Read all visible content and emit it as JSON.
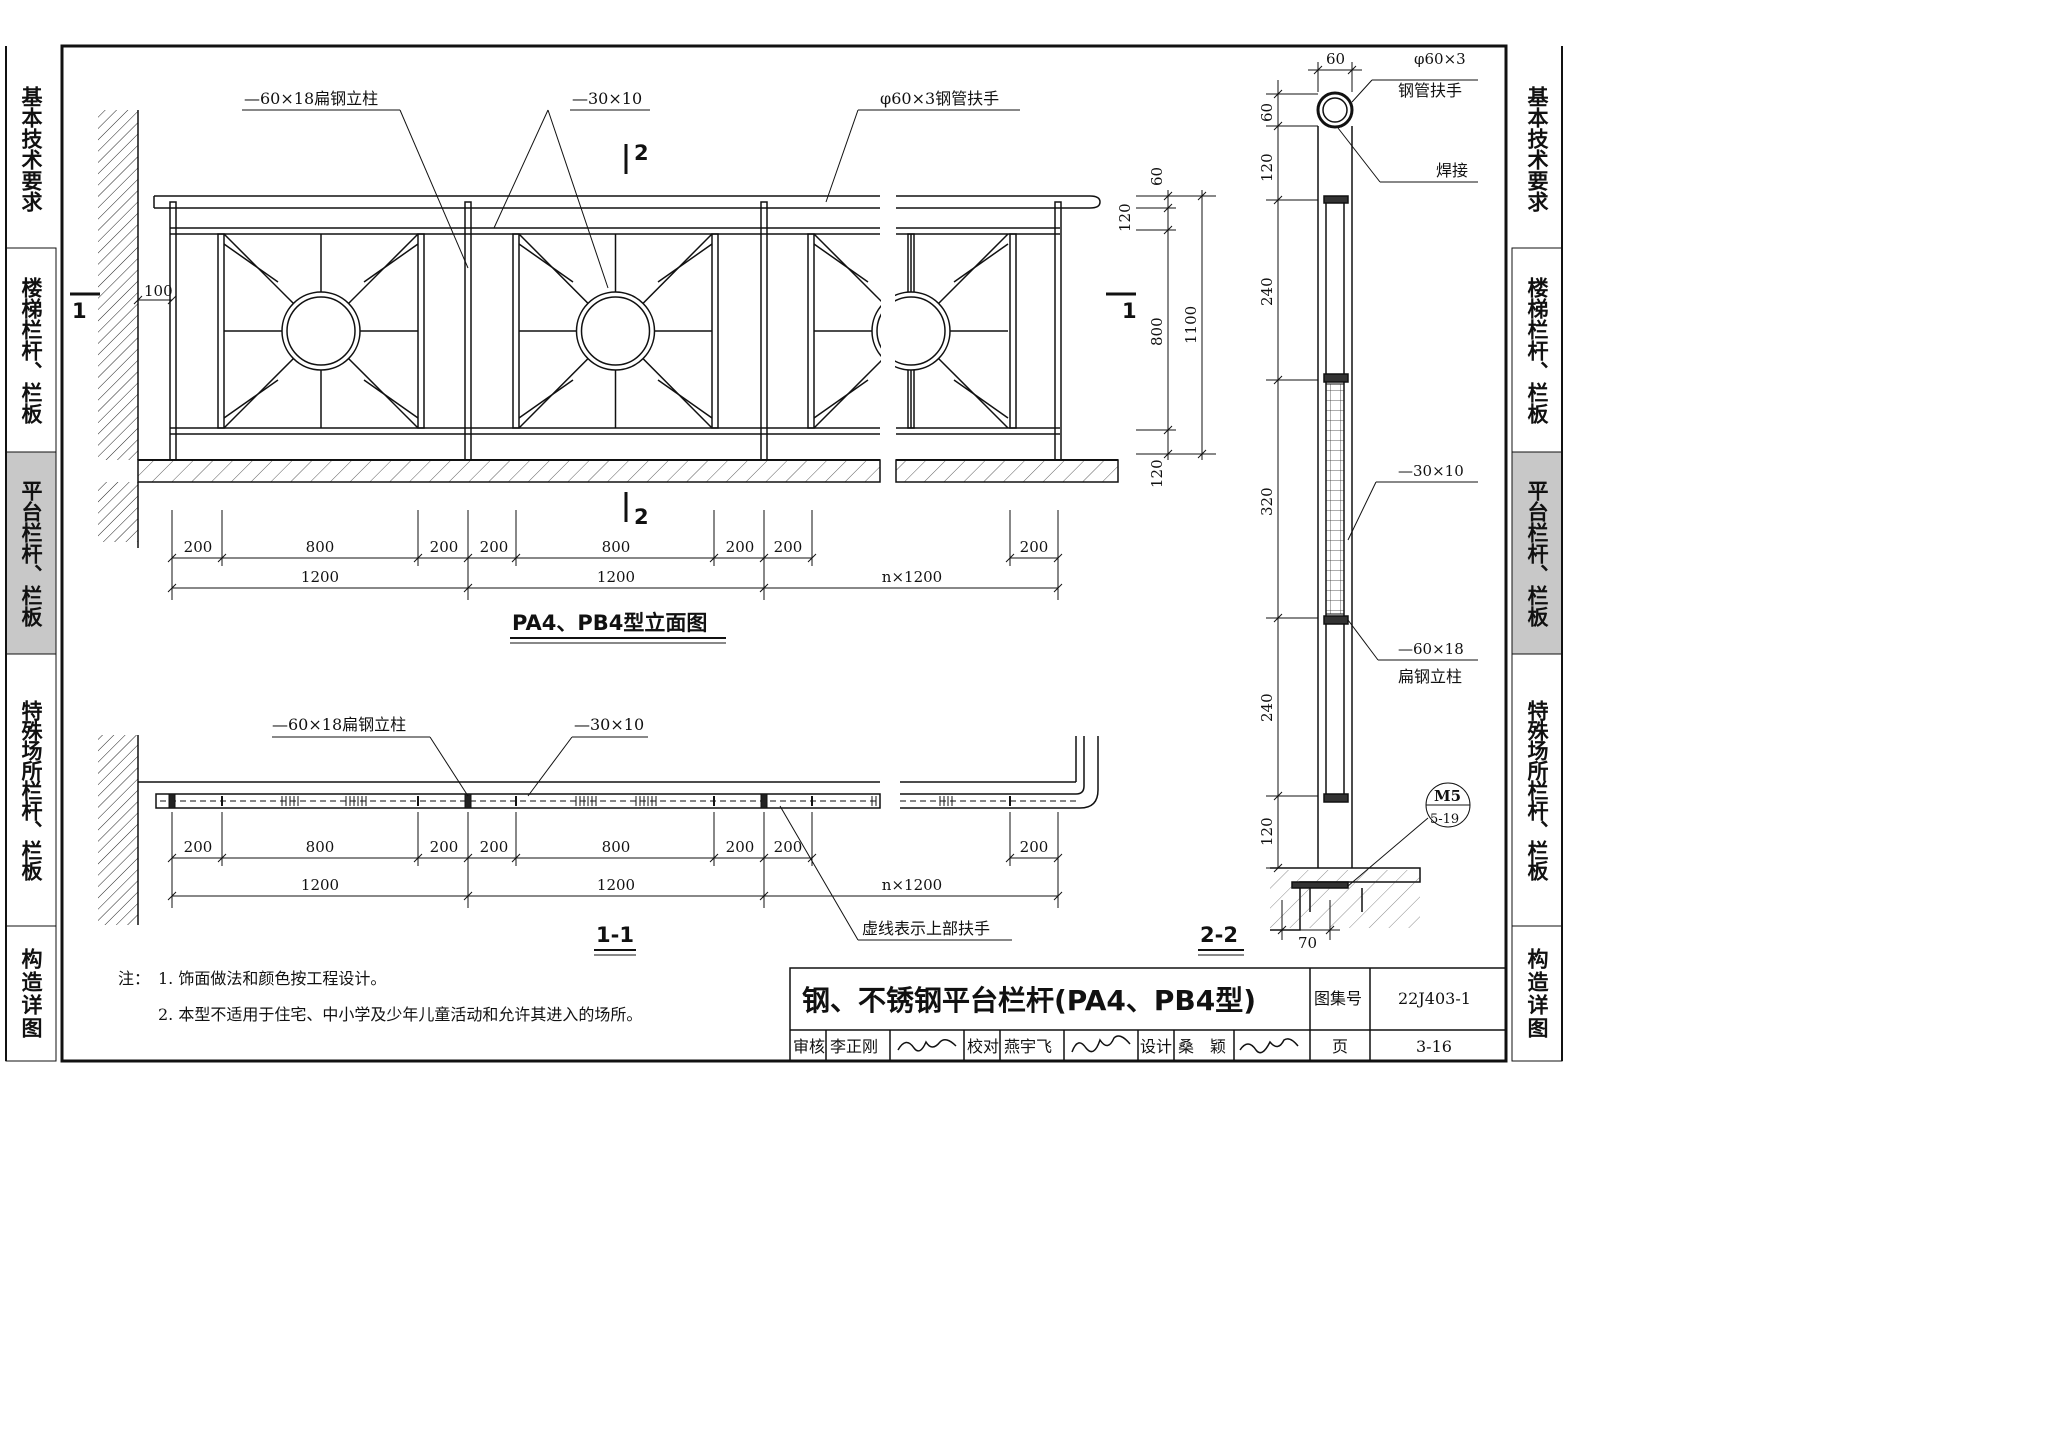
{
  "sidebar_left": {
    "tabs": [
      {
        "label": "基本技术要求",
        "active": false
      },
      {
        "label": "楼梯栏杆、栏板",
        "active": false
      },
      {
        "label": "平台栏杆、栏板",
        "active": true
      },
      {
        "label": "特殊场所栏杆、栏板",
        "active": false
      },
      {
        "label": "构造详图",
        "active": false
      }
    ]
  },
  "sidebar_right": {
    "tabs": [
      {
        "label": "基本技术要求",
        "active": false
      },
      {
        "label": "楼梯栏杆、栏板",
        "active": false
      },
      {
        "label": "平台栏杆、栏板",
        "active": true
      },
      {
        "label": "特殊场所栏杆、栏板",
        "active": false
      },
      {
        "label": "构造详图",
        "active": false
      }
    ]
  },
  "elevation": {
    "callout_flat_post": "—60×18扁钢立柱",
    "callout_bar": "—30×10",
    "callout_handrail": "φ60×3钢管扶手",
    "section_mark_left": "1",
    "section_mark_right": "1",
    "section_mark_top": "2",
    "section_mark_bottom": "2",
    "wall_offset": "100",
    "dims_right": [
      "60",
      "120",
      "800",
      "120",
      "1100"
    ],
    "dims_top_row": [
      "200",
      "800",
      "200",
      "200",
      "800",
      "200",
      "200",
      "200"
    ],
    "dims_bottom_row": [
      "1200",
      "1200",
      "n×1200"
    ],
    "title": "PA4、PB4型立面图"
  },
  "plan": {
    "callout_flat_post": "—60×18扁钢立柱",
    "callout_bar": "—30×10",
    "dims_top_row": [
      "200",
      "800",
      "200",
      "200",
      "800",
      "200",
      "200",
      "200"
    ],
    "dims_bottom_row": [
      "1200",
      "1200",
      "n×1200"
    ],
    "dashed_note": "虚线表示上部扶手",
    "title": "1-1"
  },
  "section": {
    "top_width": "60",
    "handrail_spec": "φ60×3",
    "handrail_name": "钢管扶手",
    "weld": "焊接",
    "bar_spec": "—30×10",
    "post_spec": "—60×18",
    "post_name": "扁钢立柱",
    "dims_vertical": [
      "60",
      "120",
      "240",
      "320",
      "240",
      "120"
    ],
    "bottom_width": "70",
    "ref_top": "M5",
    "ref_bottom": "5-19",
    "title": "2-2"
  },
  "notes": {
    "prefix": "注：",
    "items": [
      "1. 饰面做法和颜色按工程设计。",
      "2. 本型不适用于住宅、中小学及少年儿童活动和允许其进入的场所。"
    ]
  },
  "title_block": {
    "drawing_title": "钢、不锈钢平台栏杆(PA4、PB4型)",
    "atlas_label": "图集号",
    "atlas_no": "22J403-1",
    "review_label": "审核",
    "review_name": "李正刚",
    "check_label": "校对",
    "check_name": "燕宇飞",
    "design_label": "设计",
    "design_name": "桑　颖",
    "page_label": "页",
    "page_no": "3-16"
  }
}
